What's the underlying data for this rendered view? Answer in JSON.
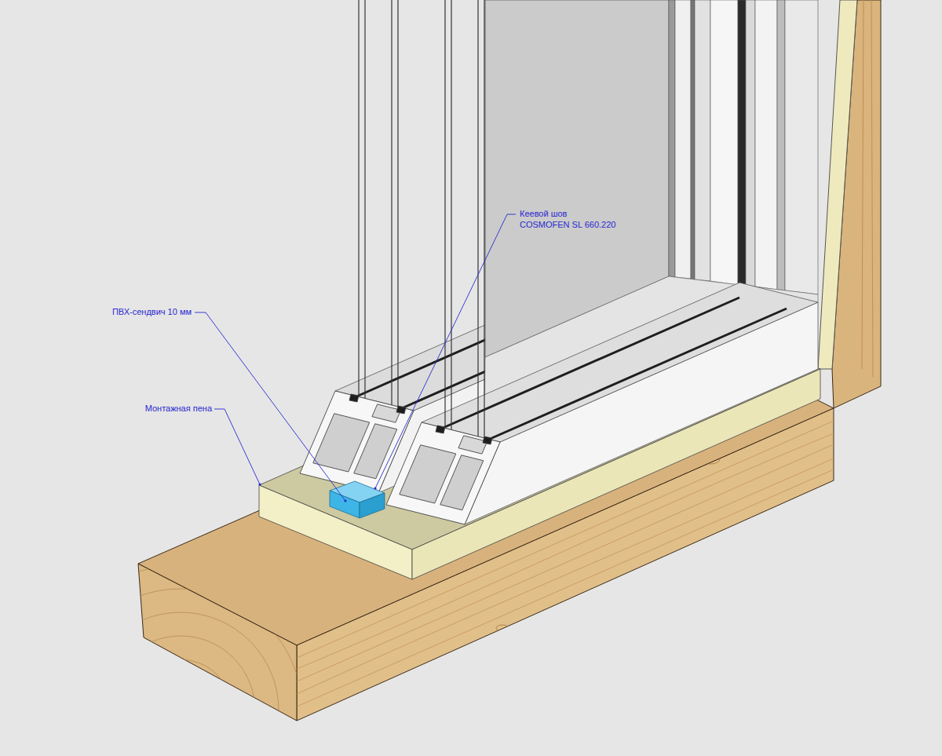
{
  "diagram": {
    "labels": [
      "Кеевой шов",
      "COSMOFEN SL 660.220",
      "ПВХ-сендвич 10 мм",
      "Монтажная пена"
    ]
  }
}
